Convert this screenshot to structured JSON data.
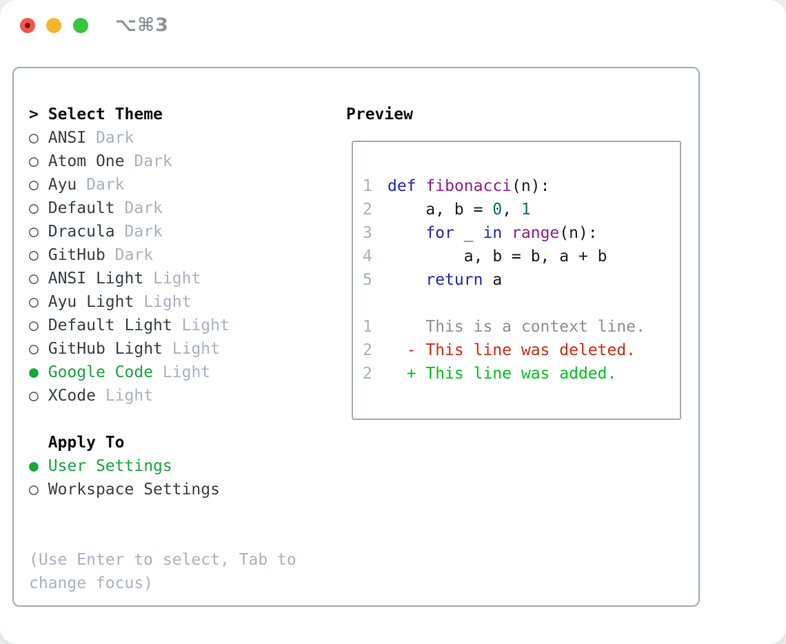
{
  "titlebar": {
    "shortcut_label": "⌥⌘3"
  },
  "traffic_lights": {
    "close_color": "#f2564d",
    "close_dot_color": "#7c1008",
    "minimize_color": "#f7b52c",
    "zoom_color": "#35c53f"
  },
  "theme_panel": {
    "prompt": ">",
    "title": "Select Theme",
    "radio_unselected_icon": "○",
    "radio_selected_icon": "●",
    "themes": [
      {
        "name": "ANSI",
        "variant": "Dark",
        "selected": false
      },
      {
        "name": "Atom One",
        "variant": "Dark",
        "selected": false
      },
      {
        "name": "Ayu",
        "variant": "Dark",
        "selected": false
      },
      {
        "name": "Default",
        "variant": "Dark",
        "selected": false
      },
      {
        "name": "Dracula",
        "variant": "Dark",
        "selected": false
      },
      {
        "name": "GitHub",
        "variant": "Dark",
        "selected": false
      },
      {
        "name": "ANSI Light",
        "variant": "Light",
        "selected": false
      },
      {
        "name": "Ayu Light",
        "variant": "Light",
        "selected": false
      },
      {
        "name": "Default Light",
        "variant": "Light",
        "selected": false
      },
      {
        "name": "GitHub Light",
        "variant": "Light",
        "selected": false
      },
      {
        "name": "Google Code",
        "variant": "Light",
        "selected": true
      },
      {
        "name": "XCode",
        "variant": "Light",
        "selected": false
      }
    ],
    "apply_to": {
      "title": "Apply To",
      "options": [
        {
          "name": "User Settings",
          "selected": true
        },
        {
          "name": "Workspace Settings",
          "selected": false
        }
      ]
    },
    "hint": "(Use Enter to select, Tab to change focus)"
  },
  "preview": {
    "title": "Preview",
    "code_lines": [
      {
        "num": "1",
        "tokens": [
          {
            "text": "def",
            "type": "keyword"
          },
          {
            "text": " ",
            "type": "plain"
          },
          {
            "text": "fibonacci",
            "type": "function"
          },
          {
            "text": "(n):",
            "type": "plain"
          }
        ]
      },
      {
        "num": "2",
        "tokens": [
          {
            "text": "    a, b = ",
            "type": "plain"
          },
          {
            "text": "0",
            "type": "number"
          },
          {
            "text": ", ",
            "type": "plain"
          },
          {
            "text": "1",
            "type": "number"
          }
        ]
      },
      {
        "num": "3",
        "tokens": [
          {
            "text": "    ",
            "type": "plain"
          },
          {
            "text": "for",
            "type": "keyword"
          },
          {
            "text": " _ ",
            "type": "plain"
          },
          {
            "text": "in",
            "type": "keyword"
          },
          {
            "text": " ",
            "type": "plain"
          },
          {
            "text": "range",
            "type": "function"
          },
          {
            "text": "(n):",
            "type": "plain"
          }
        ]
      },
      {
        "num": "4",
        "tokens": [
          {
            "text": "        a, b = b, a + b",
            "type": "plain"
          }
        ]
      },
      {
        "num": "5",
        "tokens": [
          {
            "text": "    ",
            "type": "plain"
          },
          {
            "text": "return",
            "type": "keyword"
          },
          {
            "text": " a",
            "type": "plain"
          }
        ]
      }
    ],
    "diff_lines": [
      {
        "num": "1",
        "kind": "context",
        "text": "    This is a context line."
      },
      {
        "num": "2",
        "kind": "deleted",
        "text": "  - This line was deleted."
      },
      {
        "num": "2",
        "kind": "added",
        "text": "  + This line was added."
      }
    ]
  },
  "colors": {
    "accent_green": "#18a73d",
    "keyword": "#2228b0",
    "function": "#93208f",
    "number_literal": "#0b6e6e",
    "code_text": "#1c1c1c",
    "line_number": "#a8b0be",
    "context_line": "#8a9096",
    "deleted_line": "#cf2c1a",
    "added_line": "#00c21c",
    "muted_text": "#a9b2bf",
    "item_text": "#3a3f49",
    "panel_border": "#a2aab5"
  }
}
